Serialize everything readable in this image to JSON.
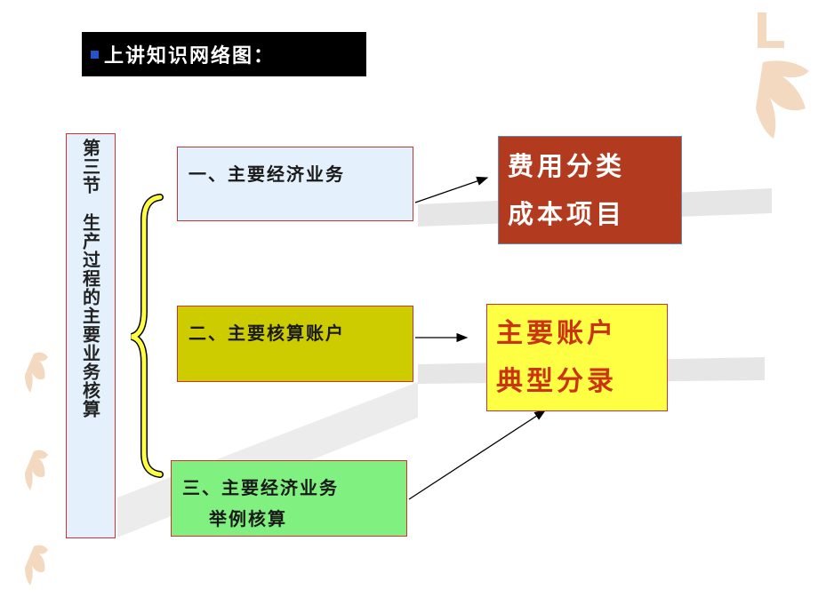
{
  "title": "上讲知识网络图：",
  "side_label": "第三节　生产过程的主要业务核算",
  "items": [
    {
      "label": "一、主要经济业务"
    },
    {
      "label": "二、主要核算账户"
    },
    {
      "label_line1": "三、主要经济业务",
      "label_line2": "举例核算"
    }
  ],
  "results": [
    {
      "line1": "费用分类",
      "line2": "成本项目"
    },
    {
      "line1": "主要账户",
      "line2": "典型分录"
    }
  ],
  "colors": {
    "title_bg": "#000000",
    "box1_bg": "#e4f0fb",
    "box2_bg": "#cccc00",
    "box3_bg": "#80f080",
    "result1_bg": "#b23a1e",
    "result2_bg": "#ffff44",
    "brace": "#ffff44"
  }
}
